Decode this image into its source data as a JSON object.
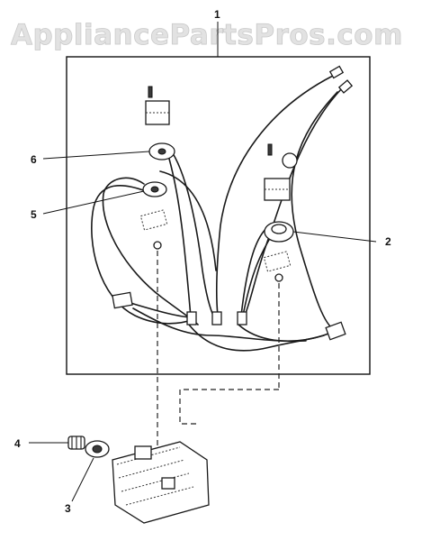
{
  "watermark": {
    "text": "AppliancePartsPros.com"
  },
  "callouts": [
    {
      "id": "1",
      "label": "1"
    },
    {
      "id": "2",
      "label": "2"
    },
    {
      "id": "3",
      "label": "3"
    },
    {
      "id": "4",
      "label": "4"
    },
    {
      "id": "5",
      "label": "5"
    },
    {
      "id": "6",
      "label": "6"
    }
  ]
}
